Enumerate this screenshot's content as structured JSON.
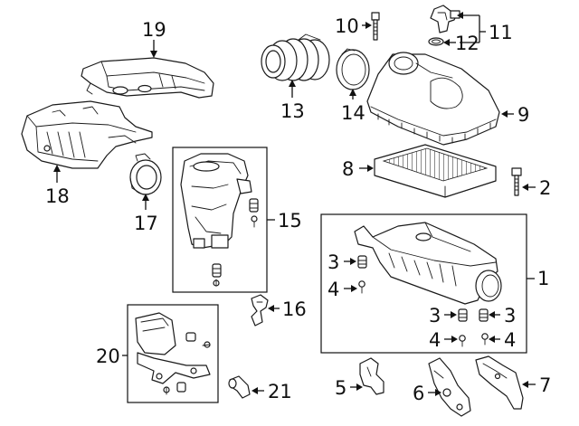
{
  "diagram": {
    "callouts": [
      {
        "id": "c1",
        "label": "1"
      },
      {
        "id": "c2",
        "label": "2"
      },
      {
        "id": "c3a",
        "label": "3"
      },
      {
        "id": "c3b",
        "label": "3"
      },
      {
        "id": "c3c",
        "label": "3"
      },
      {
        "id": "c4a",
        "label": "4"
      },
      {
        "id": "c4b",
        "label": "4"
      },
      {
        "id": "c4c",
        "label": "4"
      },
      {
        "id": "c5",
        "label": "5"
      },
      {
        "id": "c6",
        "label": "6"
      },
      {
        "id": "c7",
        "label": "7"
      },
      {
        "id": "c8",
        "label": "8"
      },
      {
        "id": "c9",
        "label": "9"
      },
      {
        "id": "c10",
        "label": "10"
      },
      {
        "id": "c11",
        "label": "11"
      },
      {
        "id": "c12",
        "label": "12"
      },
      {
        "id": "c13",
        "label": "13"
      },
      {
        "id": "c14",
        "label": "14"
      },
      {
        "id": "c15",
        "label": "15"
      },
      {
        "id": "c16",
        "label": "16"
      },
      {
        "id": "c17",
        "label": "17"
      },
      {
        "id": "c18",
        "label": "18"
      },
      {
        "id": "c19",
        "label": "19"
      },
      {
        "id": "c20",
        "label": "20"
      },
      {
        "id": "c21",
        "label": "21"
      }
    ]
  }
}
